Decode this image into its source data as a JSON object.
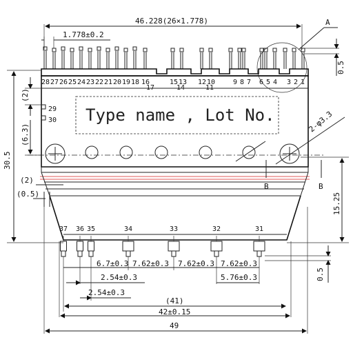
{
  "labels": {
    "type_name": "Type name , Lot No.",
    "detail_marker": "A",
    "section_left": "B",
    "section_right": "B",
    "hole_callout": "2-φ3.3"
  },
  "pins_top_left": [
    "28",
    "27",
    "26",
    "25",
    "24",
    "23",
    "22",
    "21",
    "20",
    "19",
    "18",
    "16"
  ],
  "pins_top_sub": [
    "17",
    "14",
    "11"
  ],
  "pins_top_groups": [
    "15",
    "13",
    "12",
    "10",
    "9",
    "8",
    "7",
    "6",
    "5",
    "4",
    "3",
    "2",
    "1"
  ],
  "pins_side": [
    "29",
    "30"
  ],
  "pins_bottom": [
    "37",
    "36",
    "35",
    "34",
    "33",
    "32",
    "31"
  ],
  "dimensions": {
    "top_total": "46.228(26×1.778)",
    "top_pitch": "1.778±0.2",
    "right_top": "0.5",
    "right_bottom": "0.5",
    "right_height": "15.25",
    "left_height": "30.5",
    "left_2": "(2)",
    "left_6_3": "(6.3)",
    "left_2b": "(2)",
    "left_0_5": "(0.5)",
    "b_6_7": "6.7±0.3",
    "b_7_62a": "7.62±0.3",
    "b_7_62b": "7.62±0.3",
    "b_7_62c": "7.62±0.3",
    "b_2_54a": "2.54±0.3",
    "b_5_76": "5.76±0.3",
    "b_2_54b": "2.54±0.3",
    "b_41": "(41)",
    "b_42": "42±0.15",
    "b_49": "49"
  }
}
